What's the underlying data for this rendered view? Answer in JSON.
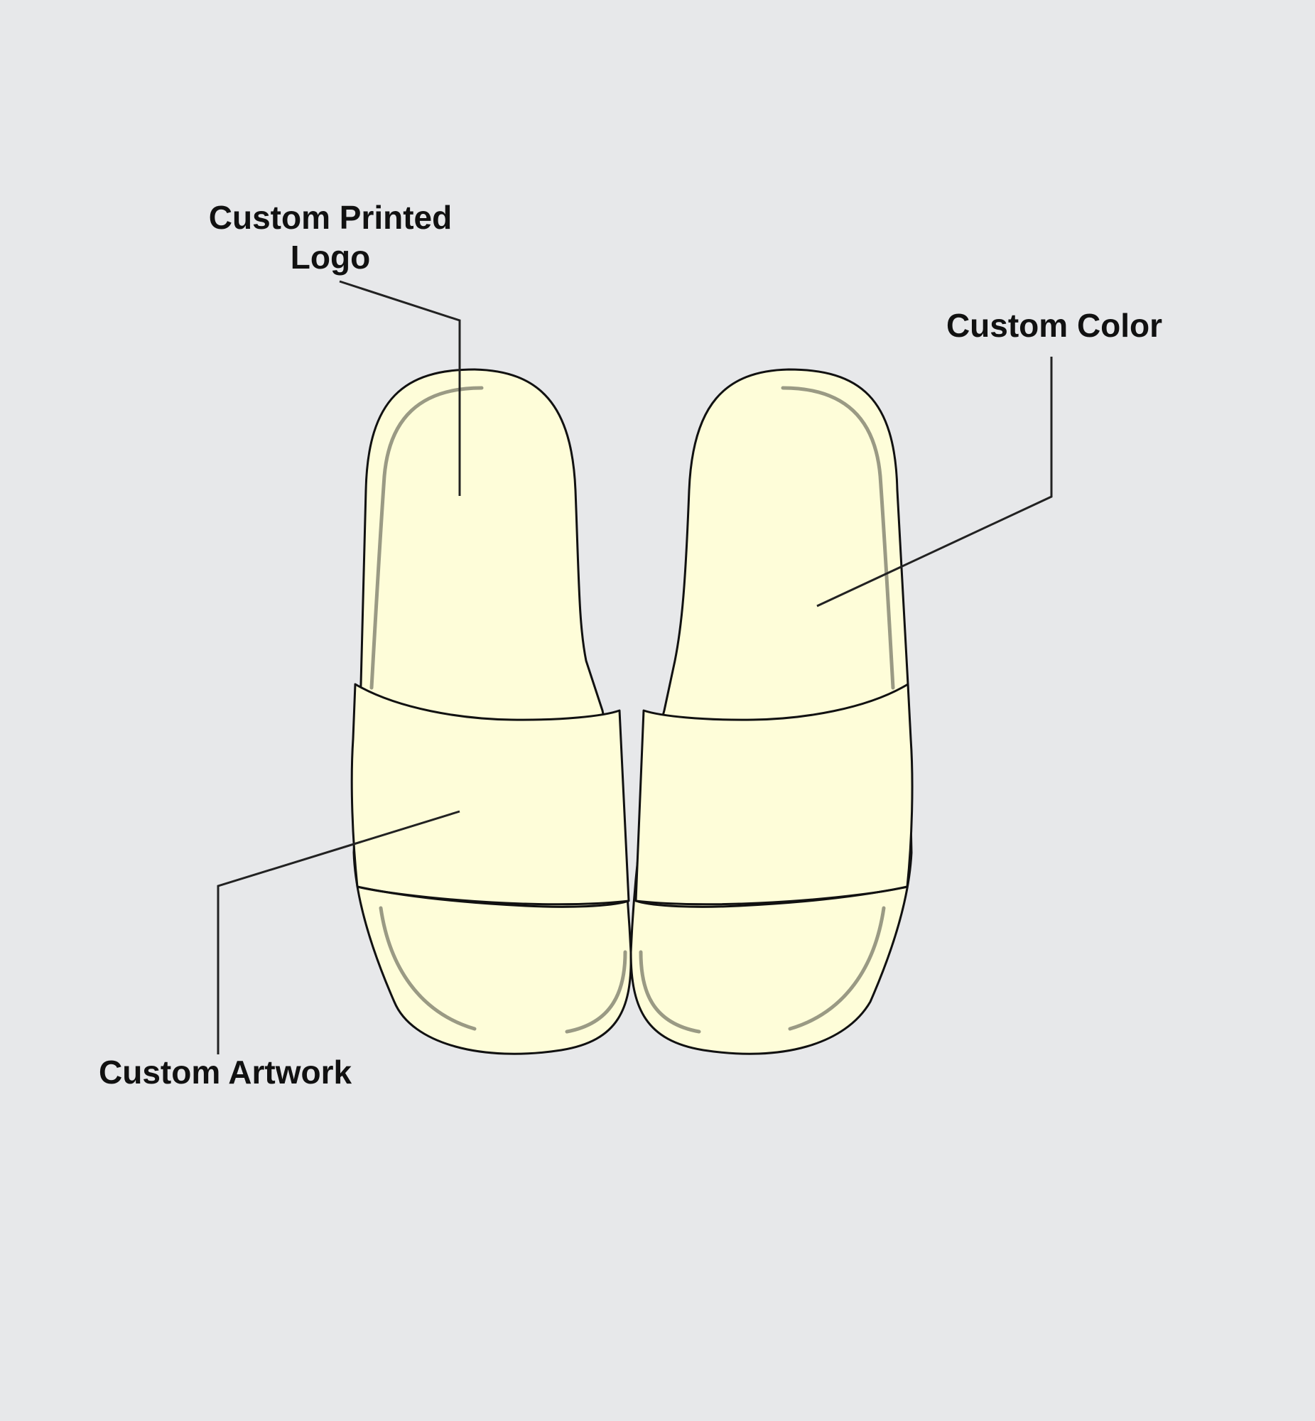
{
  "labels": {
    "logo_line1": "Custom Printed",
    "logo_line2": "Logo",
    "color": "Custom Color",
    "artwork": "Custom Artwork"
  },
  "colors": {
    "background": "#e7e8ea",
    "slide_fill": "#fefdd9",
    "outline": "#111111",
    "inner_shadow": "#9a9a84",
    "leader_line": "#222222",
    "label_text": "#111111"
  }
}
